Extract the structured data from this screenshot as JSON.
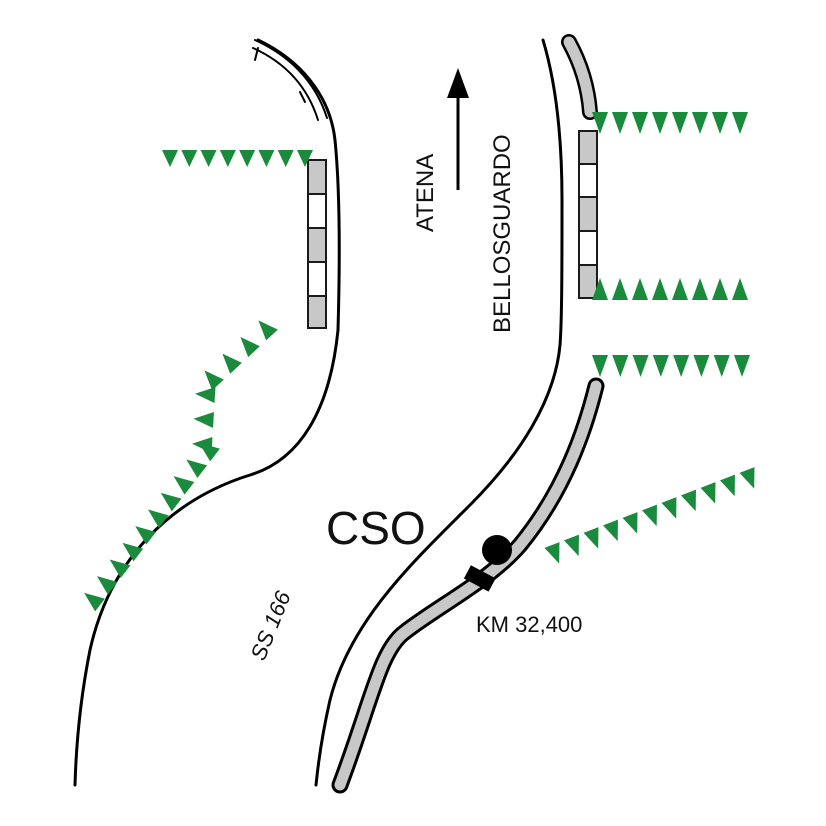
{
  "map": {
    "labels": {
      "direction_top": "ATENA",
      "direction_bottom": "BELLOSGUARDO",
      "road_name": "SS 166",
      "station": "CSO",
      "kilometre": "KM 32,400"
    },
    "colors": {
      "vegetation": "#1a8a3c",
      "rail_fill": "#c8c8c8",
      "line": "#000000",
      "background": "#ffffff"
    },
    "symbols": [
      "north-arrow-icon",
      "station-dot-icon",
      "km-marker-icon",
      "green-triangle-vegetation",
      "retaining-wall-blocks"
    ]
  }
}
